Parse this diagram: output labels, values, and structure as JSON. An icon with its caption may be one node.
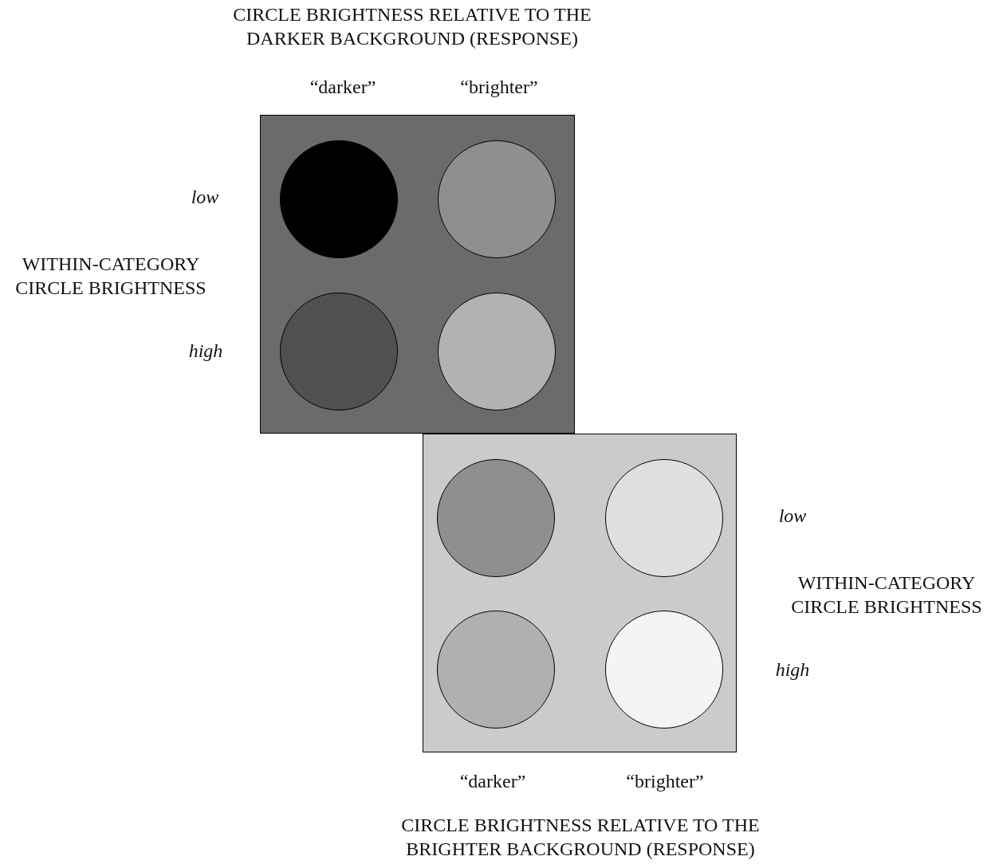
{
  "diagram": {
    "nodes": [
      {
        "text": [],
        "shape": "box"
      },
      {
        "text": [],
        "shape": "circle",
        "in": 0
      },
      {
        "text": [],
        "shape": "circle",
        "in": 0
      },
      {
        "text": [],
        "shape": "circle",
        "in": 0
      },
      {
        "text": [],
        "shape": "circle",
        "in": 0
      },
      {
        "text": [],
        "shape": "box"
      },
      {
        "text": [],
        "shape": "circle",
        "in": 5
      },
      {
        "text": [],
        "shape": "circle",
        "in": 5
      },
      {
        "text": [],
        "shape": "circle",
        "in": 5
      },
      {
        "text": [],
        "shape": "circle",
        "in": 5
      }
    ],
    "edges": [],
    "labels": [
      "CIRCLE BRIGHTNESS RELATIVE TO THE DARKER BACKGROUND (RESPONSE)",
      "“darker”",
      "“brighter”",
      "low",
      "WITHIN-CATEGORY CIRCLE BRIGHTNESS",
      "high",
      "low",
      "WITHIN-CATEGORY CIRCLE BRIGHTNESS",
      "high",
      "“darker”",
      "“brighter”",
      "CIRCLE BRIGHTNESS RELATIVE TO THE BRIGHTER BACKGROUND (RESPONSE)"
    ]
  }
}
